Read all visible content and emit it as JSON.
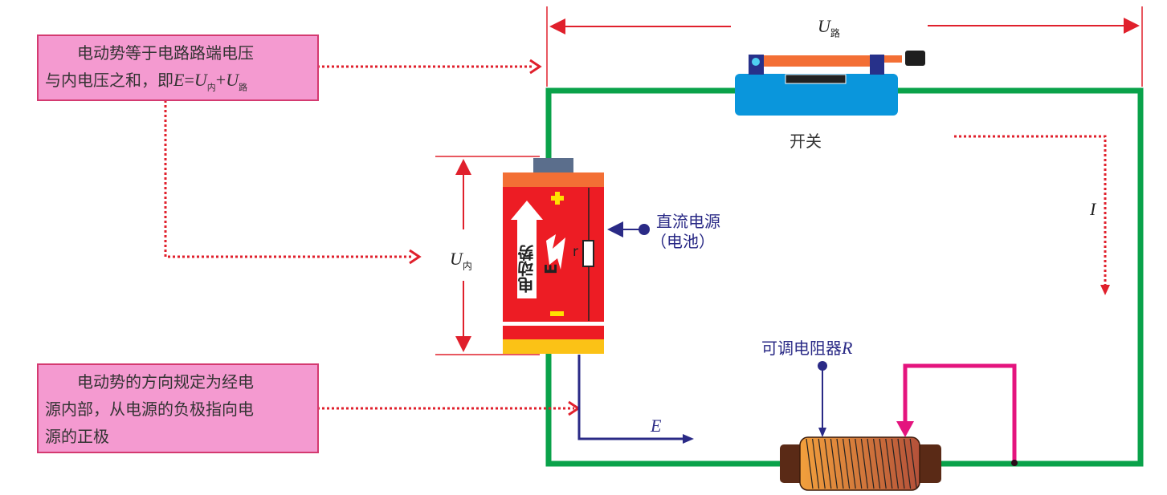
{
  "notes": {
    "emf_sum": {
      "line1": "电动势等于电路路端电压",
      "line2_prefix": "与内电压之和，即",
      "formula_E": "E",
      "formula_eq": "=",
      "formula_U1": "U",
      "formula_U1_sub": "内",
      "formula_plus": "+",
      "formula_U2": "U",
      "formula_U2_sub": "路"
    },
    "emf_direction": {
      "line1": "电动势的方向规定为经电",
      "line2": "源内部，从电源的负极指向电",
      "line3": "源的正极"
    }
  },
  "labels": {
    "u_external": {
      "symbol": "U",
      "sub": "路"
    },
    "u_internal": {
      "symbol": "U",
      "sub": "内"
    },
    "switch": "开关",
    "current": "I",
    "dc_source_line1": "直流电源",
    "dc_source_line2": "（电池）",
    "battery_emf": "电动势E",
    "internal_resistance": "r",
    "plus": "+",
    "minus": "−",
    "emf_direction": "E",
    "rheostat": "可调电阻器",
    "rheostat_symbol": "R"
  },
  "colors": {
    "wire": "#0aa24a",
    "annotation_red": "#e0202c",
    "pointer_blue": "#2a2a86",
    "battery_red": "#ed1c24",
    "battery_orange": "#f36f35",
    "battery_yellow": "#fbc216",
    "switch_blue": "#0a96dc",
    "slider_magenta": "#e4147e",
    "note_pink": "#f49ad0"
  }
}
